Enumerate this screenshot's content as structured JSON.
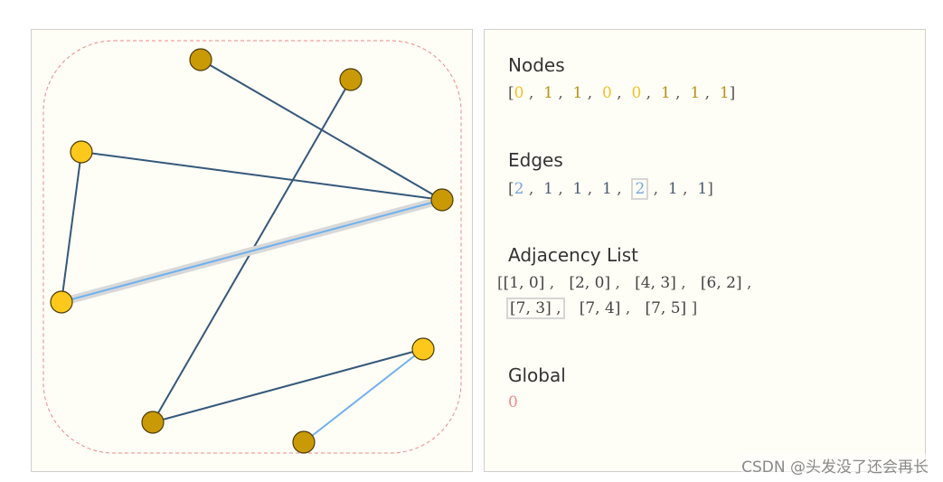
{
  "graph": {
    "nodes": [
      {
        "id": "n0",
        "state": "gold"
      },
      {
        "id": "n1",
        "state": "gold"
      },
      {
        "id": "n2",
        "state": "yellow"
      },
      {
        "id": "n3",
        "state": "gold"
      },
      {
        "id": "n4",
        "state": "yellow"
      },
      {
        "id": "n5",
        "state": "gold"
      },
      {
        "id": "n6",
        "state": "gold"
      },
      {
        "id": "n7",
        "state": "yellow"
      }
    ],
    "edges": [
      {
        "from": "n0",
        "to": "n3",
        "style": "dark"
      },
      {
        "from": "n1",
        "to": "n5",
        "style": "dark"
      },
      {
        "from": "n2",
        "to": "n3",
        "style": "dark"
      },
      {
        "from": "n2",
        "to": "n4",
        "style": "dark"
      },
      {
        "from": "n4",
        "to": "n3",
        "style": "highlight"
      },
      {
        "from": "n5",
        "to": "n7",
        "style": "dark"
      },
      {
        "from": "n6",
        "to": "n7",
        "style": "light"
      }
    ],
    "colors": {
      "node_gold": "#c99a06",
      "node_yellow": "#fcc81c",
      "node_stroke": "#4d3b06",
      "edge_dark": "#35587a",
      "edge_light": "#6fb1ee",
      "edge_glow": "#d8d8d8",
      "boundary": "#ef8a8a",
      "panel_bg": "#fefdf6"
    }
  },
  "info": {
    "nodes_title": "Nodes",
    "nodes_values": [
      "0",
      "1",
      "1",
      "0",
      "0",
      "1",
      "1",
      "1"
    ],
    "edges_title": "Edges",
    "edges_values": [
      "2",
      "1",
      "1",
      "1",
      "2",
      "1",
      "1"
    ],
    "adjacency_title": "Adjacency List",
    "adjacency_pairs": [
      "[1, 0]",
      "[2, 0]",
      "[4, 3]",
      "[6, 2]",
      "[7, 3]",
      "[7, 4]",
      "[7, 5]"
    ],
    "global_title": "Global",
    "global_value": "0",
    "colors": {
      "value_yellow": "#f5c02a",
      "value_gold": "#b89215",
      "value_blue": "#7aa8d8",
      "value_dark": "#4a5a70",
      "global_red": "#ef8a8a"
    }
  },
  "watermark": "CSDN @头发没了还会再长"
}
